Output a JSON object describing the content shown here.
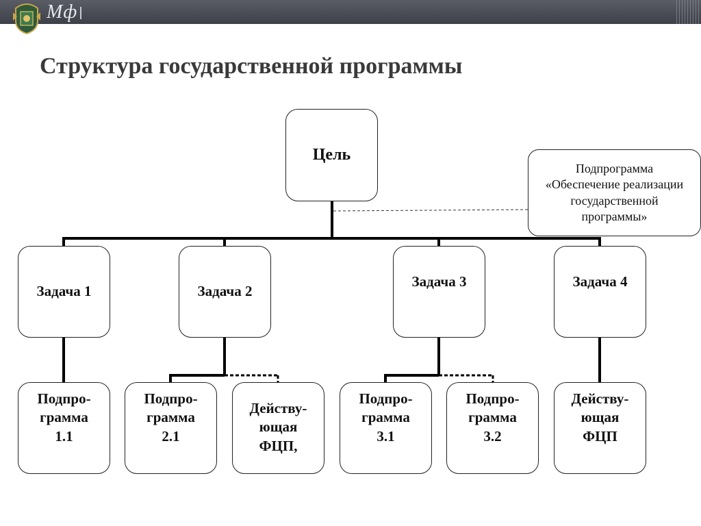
{
  "header": {
    "brand_text": "Мф",
    "emblem_name": "ministry-emblem"
  },
  "slide": {
    "title": "Структура государственной программы"
  },
  "diagram": {
    "goal": "Цель",
    "support_program": [
      "Подпрограмма",
      "«Обеспечение реализации",
      "государственной",
      "программы»"
    ],
    "tasks": [
      "Задача 1",
      "Задача 2",
      "Задача 3",
      "Задача 4"
    ],
    "items": [
      [
        "Подпро-",
        "грамма",
        "1.1"
      ],
      [
        "Подпро-",
        "грамма",
        "2.1"
      ],
      [
        "Действу-",
        "ющая",
        "ФЦП,"
      ],
      [
        "Подпро-",
        "грамма",
        "3.1"
      ],
      [
        "Подпро-",
        "грамма",
        "3.2"
      ],
      [
        "Действу-",
        "ющая",
        "ФЦП"
      ]
    ]
  },
  "colors": {
    "topbar": "#4a4c55",
    "title": "#3a3a3a",
    "line": "#000000"
  }
}
